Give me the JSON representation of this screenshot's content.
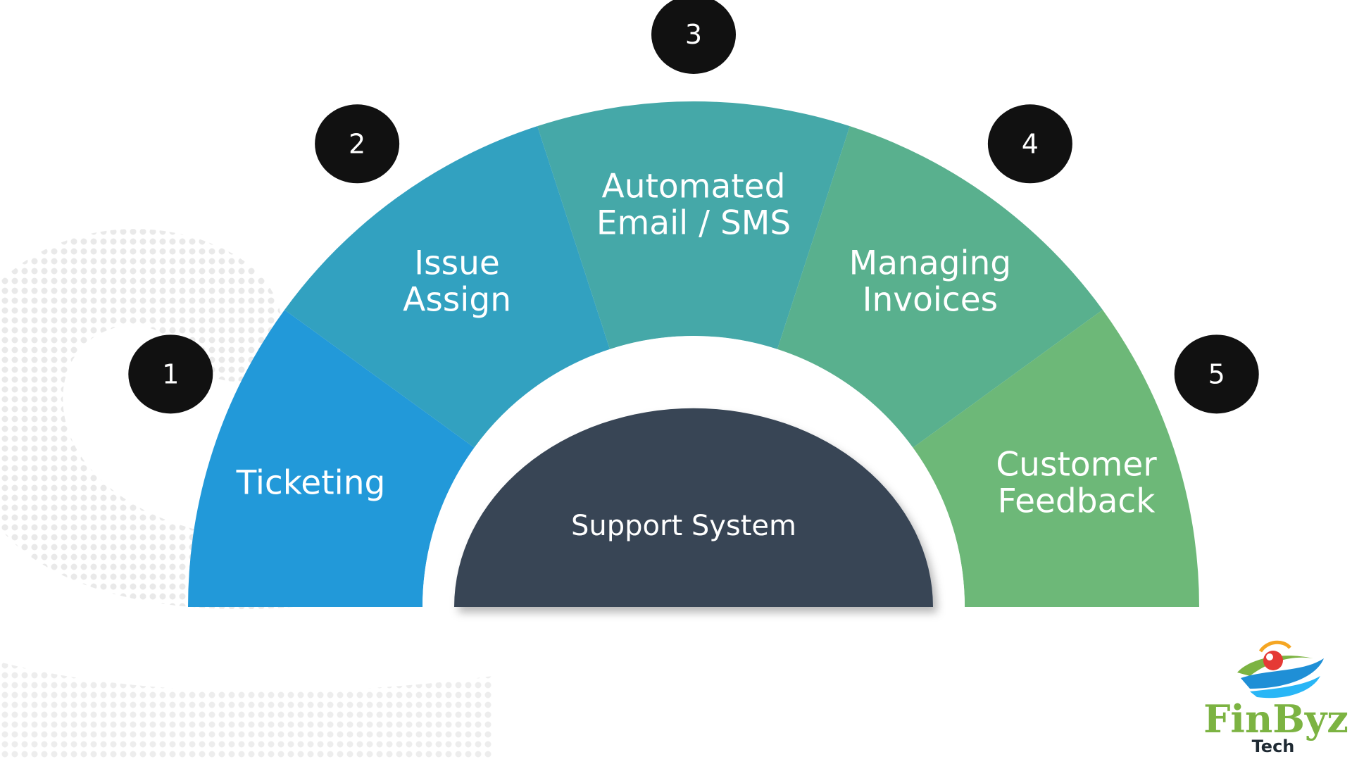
{
  "diagram": {
    "center": {
      "label": "Support System",
      "color": "#374455"
    },
    "segments": [
      {
        "number": "1",
        "lines": [
          "Ticketing"
        ],
        "color": "#2299d9"
      },
      {
        "number": "2",
        "lines": [
          "Issue",
          "Assign"
        ],
        "color": "#32a1c0"
      },
      {
        "number": "3",
        "lines": [
          "Automated",
          "Email / SMS"
        ],
        "color": "#45a8a8"
      },
      {
        "number": "4",
        "lines": [
          "Managing",
          "Invoices"
        ],
        "color": "#59b08e"
      },
      {
        "number": "5",
        "lines": [
          "Customer",
          "Feedback"
        ],
        "color": "#6db878"
      }
    ],
    "badge_color": "#111111"
  },
  "brand": {
    "name": "FinByz",
    "sub": "Tech",
    "logo_icon": "finbyz-logo-icon",
    "colors": {
      "green": "#7cb342",
      "blue": "#1f8fd6",
      "red": "#e53935",
      "orange": "#f5a623"
    }
  }
}
